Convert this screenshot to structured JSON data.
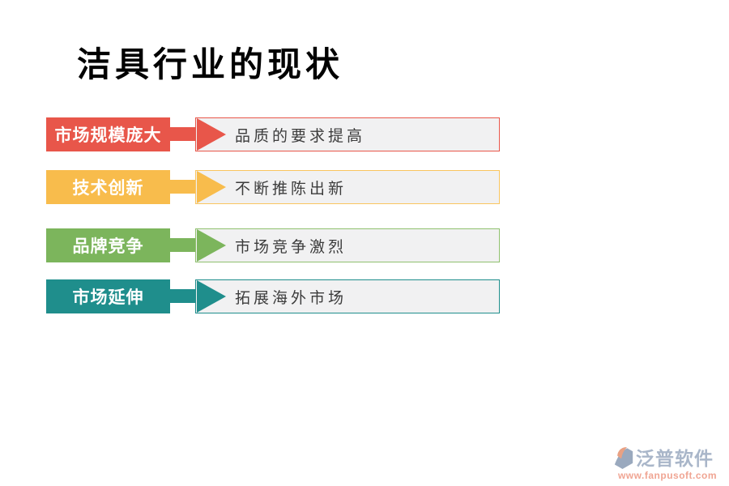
{
  "title": "洁具行业的现状",
  "rows": [
    {
      "label": "市场规模庞大",
      "description": "品质的要求提高",
      "color": "#E8564A",
      "border_color": "#E8564A"
    },
    {
      "label": "技术创新",
      "description": "不断推陈出新",
      "color": "#F8BC4C",
      "border_color": "#F9C55F"
    },
    {
      "label": "品牌竞争",
      "description": "市场竞争激烈",
      "color": "#7CB55C",
      "border_color": "#90C16E"
    },
    {
      "label": "市场延伸",
      "description": "拓展海外市场",
      "color": "#1F8E8C",
      "border_color": "#1F8E8C"
    }
  ],
  "theme": {
    "box_fill": "#F1F1F2",
    "box_text": "#3C3C3C",
    "title_color": "#000000"
  },
  "watermark": {
    "brand": "泛普软件",
    "url": "www.fanpusoft.com",
    "brand_color": "#A9B6C9",
    "url_color": "#F0A593",
    "logo_gray": "#9AA9BE",
    "logo_orange": "#E9A183"
  }
}
